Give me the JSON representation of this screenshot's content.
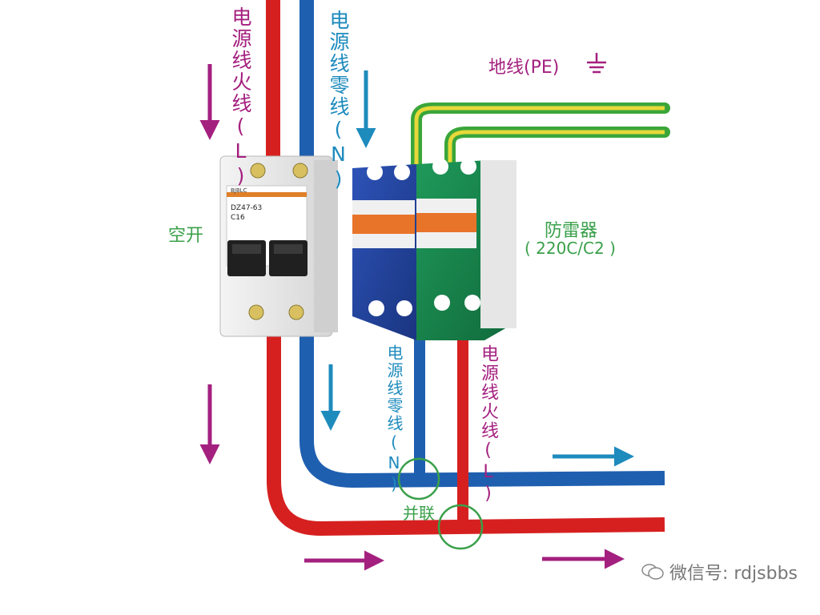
{
  "labels": {
    "live_in": "电源线火线(L)",
    "neutral_in": "电源线零线(N)",
    "earth": "地线(PE)",
    "breaker": "空开",
    "spd_title": "防雷器",
    "spd_model": "( 220C/C2 )",
    "neutral_spd": "电源线零线(N)",
    "live_spd": "电源线火线(L)",
    "parallel": "并联"
  },
  "breaker": {
    "model": "DZ47-63",
    "rating": "C16",
    "brand": "BJBLC"
  },
  "watermark": {
    "text": "微信号: rdjsbbs"
  },
  "colors": {
    "live_wire": "#d62020",
    "neutral_wire": "#1f5fb0",
    "earth_wire_green": "#3aa63a",
    "earth_wire_yellow": "#e7d83a",
    "arrow_magenta": "#a4207f",
    "arrow_blue": "#1e8bbd",
    "circle_green": "#3aa04a"
  }
}
